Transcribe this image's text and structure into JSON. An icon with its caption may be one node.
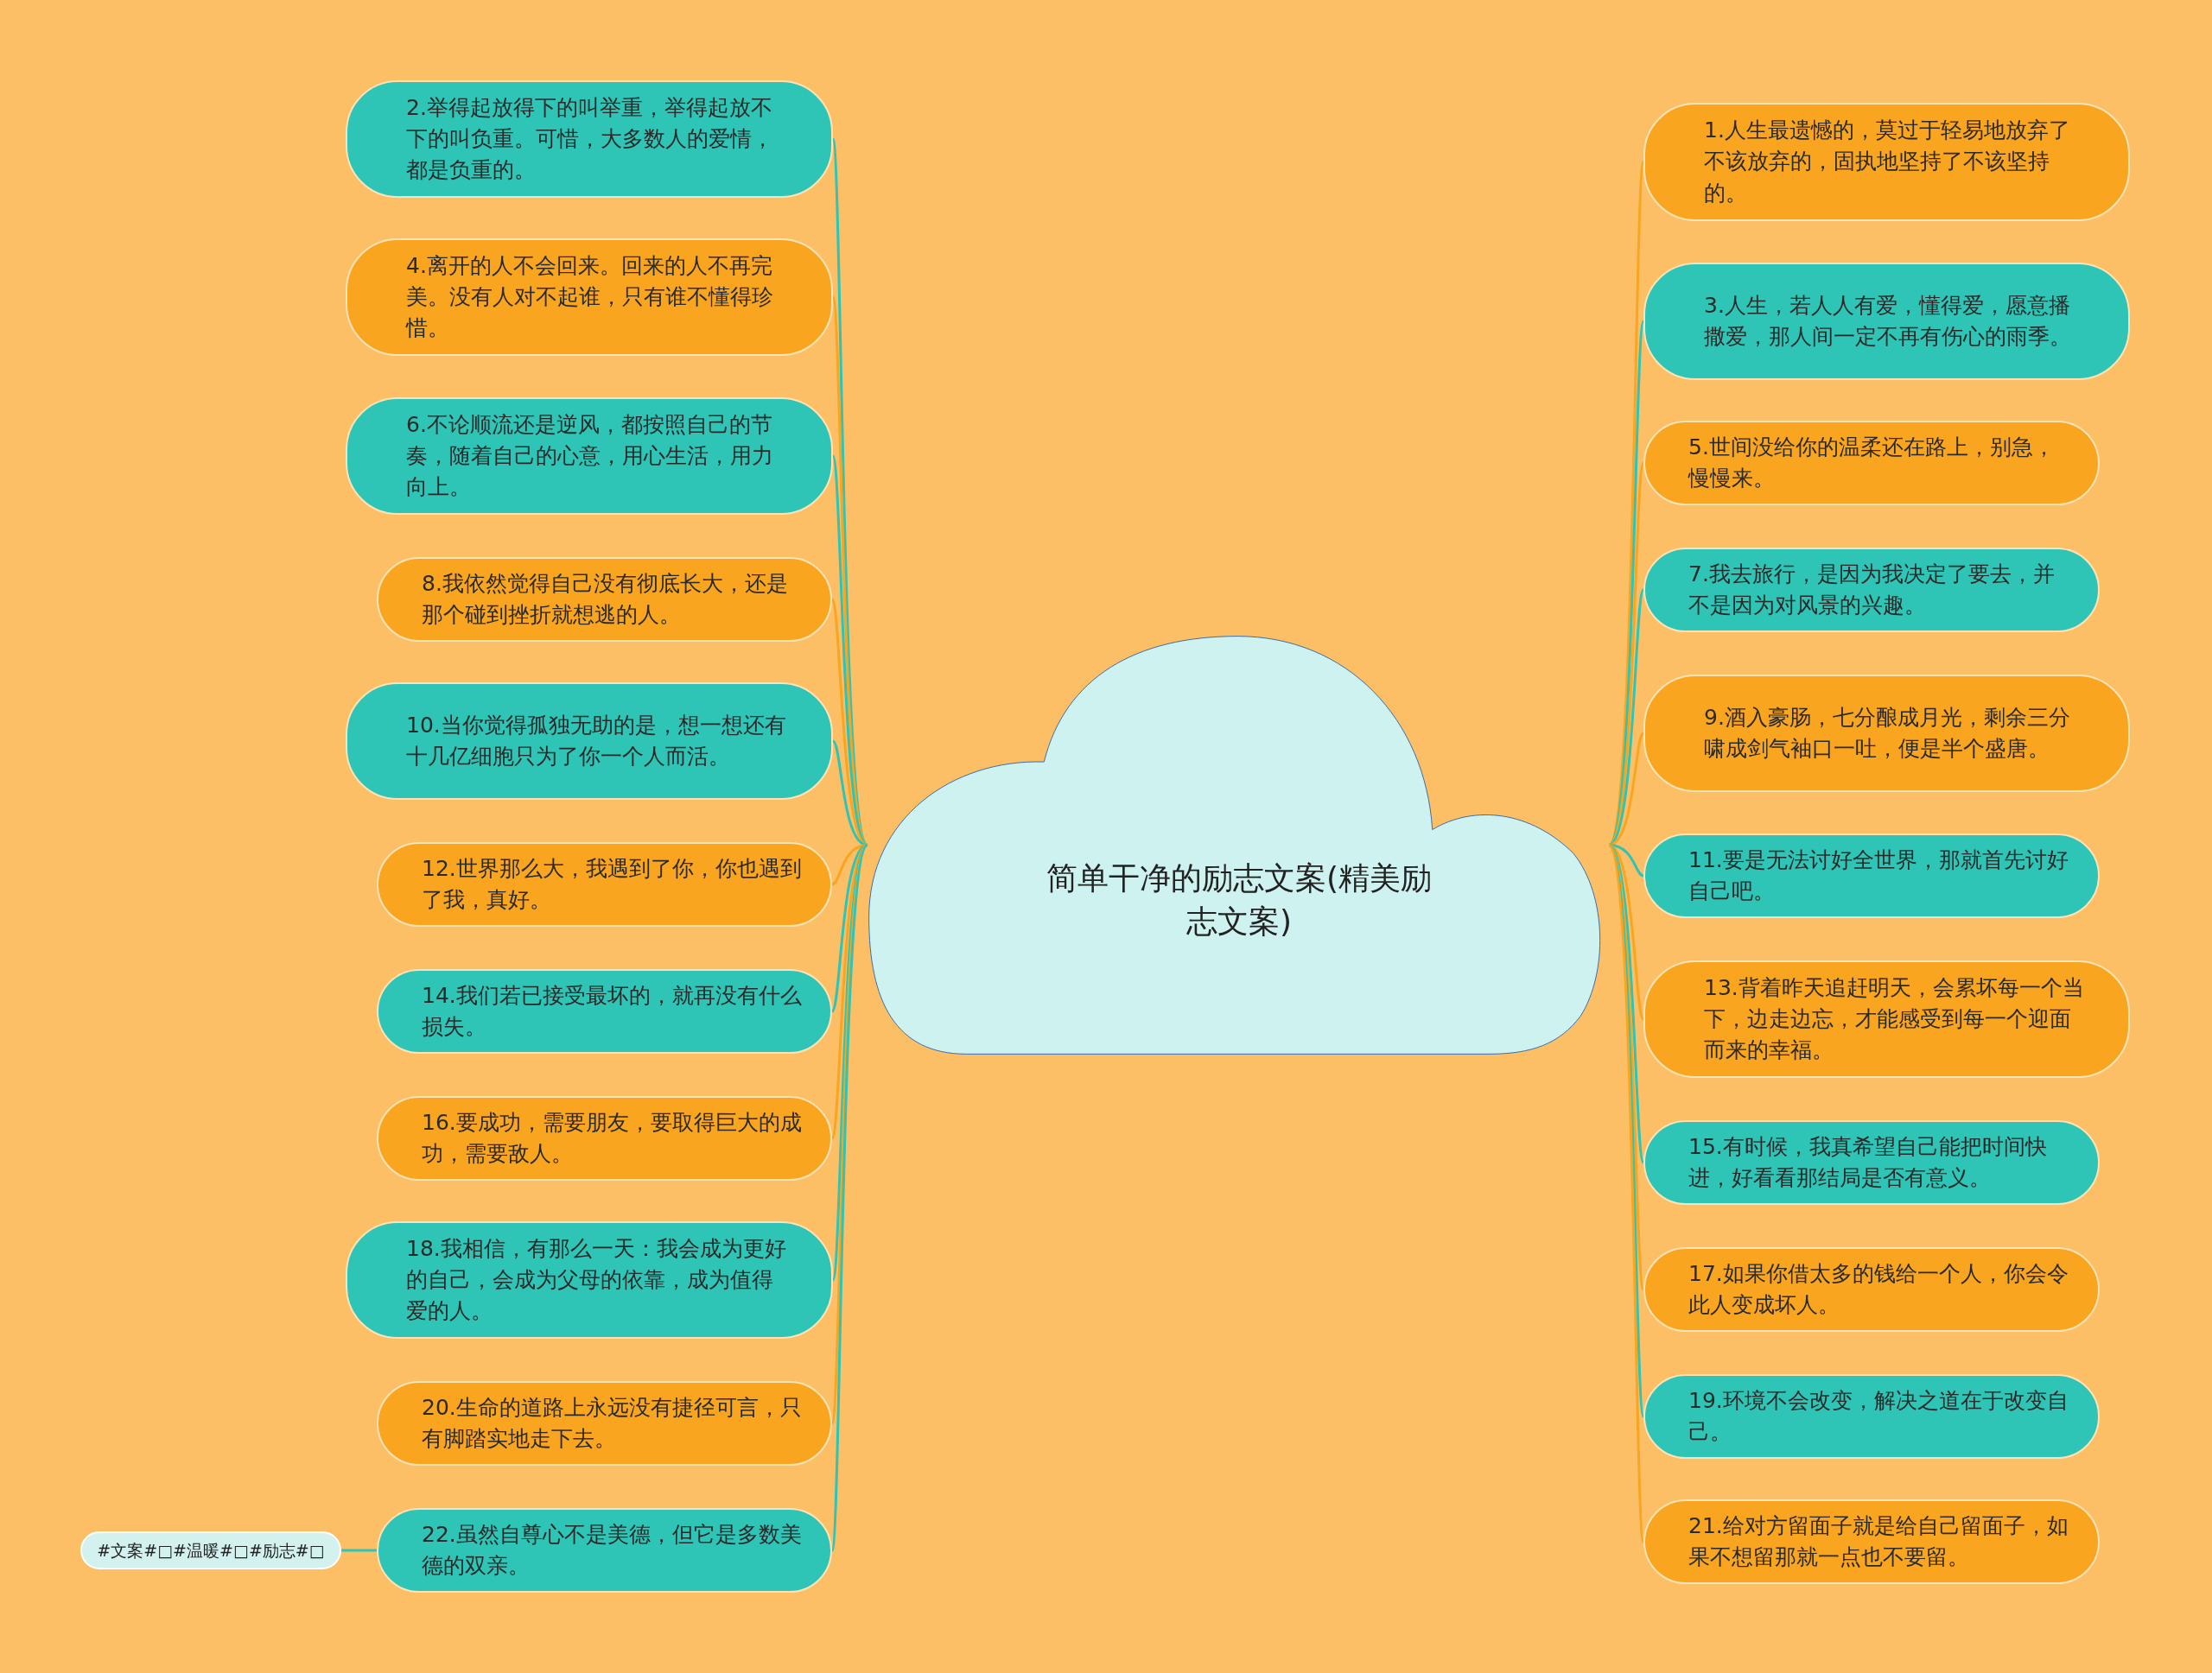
{
  "diagram": {
    "nodes": [
      {
        "text": [
          "简单干净的励志文案(精美励志文案)"
        ]
      },
      {
        "text": [
          "1.人生最遗憾的，莫过于轻易地放弃了不该放弃的，固执地坚持了不该坚持的。"
        ]
      },
      {
        "text": [
          "2.举得起放得下的叫举重，举得起放不下的叫负重。可惜，大多数人的爱情，都是负重的。"
        ]
      },
      {
        "text": [
          "3.人生，若人人有爱，懂得爱，愿意播撒爱，那人间一定不再有伤心的雨季。"
        ]
      },
      {
        "text": [
          "4.离开的人不会回来。回来的人不再完美。没有人对不起谁，只有谁不懂得珍惜。"
        ]
      },
      {
        "text": [
          "5.世间没给你的温柔还在路上，别急，慢慢来。"
        ]
      },
      {
        "text": [
          "6.不论顺流还是逆风，都按照自己的节奏，随着自己的心意，用心生活，用力向上。"
        ]
      },
      {
        "text": [
          "7.我去旅行，是因为我决定了要去，并不是因为对风景的兴趣。"
        ]
      },
      {
        "text": [
          "8.我依然觉得自己没有彻底长大，还是那个碰到挫折就想逃的人。"
        ]
      },
      {
        "text": [
          "9.酒入豪肠，七分酿成月光，剩余三分啸成剑气袖口一吐，便是半个盛唐。"
        ]
      },
      {
        "text": [
          "10.当你觉得孤独无助的是，想一想还有十几亿细胞只为了你一个人而活。"
        ]
      },
      {
        "text": [
          "11.要是无法讨好全世界，那就首先讨好自己吧。"
        ]
      },
      {
        "text": [
          "12.世界那么大，我遇到了你，你也遇到了我，真好。"
        ]
      },
      {
        "text": [
          "13.背着昨天追赶明天，会累坏每一个当下，边走边忘，才能感受到每一个迎面而来的幸福。"
        ]
      },
      {
        "text": [
          "14.我们若已接受最坏的，就再没有什么损失。"
        ]
      },
      {
        "text": [
          "15.有时候，我真希望自己能把时间快进，好看看那结局是否有意义。"
        ]
      },
      {
        "text": [
          "16.要成功，需要朋友，要取得巨大的成功，需要敌人。"
        ]
      },
      {
        "text": [
          "17.如果你借太多的钱给一个人，你会令此人变成坏人。"
        ]
      },
      {
        "text": [
          "18.我相信，有那么一天：我会成为更好的自己，会成为父母的依靠，成为值得爱的人。"
        ]
      },
      {
        "text": [
          "19.环境不会改变，解决之道在于改变自己。"
        ]
      },
      {
        "text": [
          "20.生命的道路上永远没有捷径可言，只有脚踏实地走下去。"
        ]
      },
      {
        "text": [
          "21.给对方留面子就是给自己留面子，如果不想留那就一点也不要留。"
        ]
      },
      {
        "text": [
          "22.虽然自尊心不是美德，但它是多数美德的双亲。"
        ]
      },
      {
        "text": [
          "#文案#□#温暖#□#励志#□"
        ]
      }
    ],
    "edges": [
      {
        "from": 0,
        "to": 1,
        "arrow": "none",
        "color": "#f9a51f"
      },
      {
        "from": 0,
        "to": 2,
        "arrow": "none",
        "color": "#2ec4b6"
      },
      {
        "from": 0,
        "to": 3,
        "arrow": "none",
        "color": "#2ec4b6"
      },
      {
        "from": 0,
        "to": 4,
        "arrow": "none",
        "color": "#f9a51f"
      },
      {
        "from": 0,
        "to": 5,
        "arrow": "none",
        "color": "#f9a51f"
      },
      {
        "from": 0,
        "to": 6,
        "arrow": "none",
        "color": "#2ec4b6"
      },
      {
        "from": 0,
        "to": 7,
        "arrow": "none",
        "color": "#2ec4b6"
      },
      {
        "from": 0,
        "to": 8,
        "arrow": "none",
        "color": "#f9a51f"
      },
      {
        "from": 0,
        "to": 9,
        "arrow": "none",
        "color": "#f9a51f"
      },
      {
        "from": 0,
        "to": 10,
        "arrow": "none",
        "color": "#2ec4b6"
      },
      {
        "from": 0,
        "to": 11,
        "arrow": "none",
        "color": "#2ec4b6"
      },
      {
        "from": 0,
        "to": 12,
        "arrow": "none",
        "color": "#f9a51f"
      },
      {
        "from": 0,
        "to": 13,
        "arrow": "none",
        "color": "#f9a51f"
      },
      {
        "from": 0,
        "to": 14,
        "arrow": "none",
        "color": "#2ec4b6"
      },
      {
        "from": 0,
        "to": 15,
        "arrow": "none",
        "color": "#2ec4b6"
      },
      {
        "from": 0,
        "to": 16,
        "arrow": "none",
        "color": "#f9a51f"
      },
      {
        "from": 0,
        "to": 17,
        "arrow": "none",
        "color": "#f9a51f"
      },
      {
        "from": 0,
        "to": 18,
        "arrow": "none",
        "color": "#2ec4b6"
      },
      {
        "from": 0,
        "to": 19,
        "arrow": "none",
        "color": "#2ec4b6"
      },
      {
        "from": 0,
        "to": 20,
        "arrow": "none",
        "color": "#f9a51f"
      },
      {
        "from": 0,
        "to": 21,
        "arrow": "none",
        "color": "#f9a51f"
      },
      {
        "from": 0,
        "to": 22,
        "arrow": "none",
        "color": "#2ec4b6"
      },
      {
        "from": 22,
        "to": 23,
        "arrow": "none",
        "color": "#2ec4b6"
      }
    ]
  }
}
